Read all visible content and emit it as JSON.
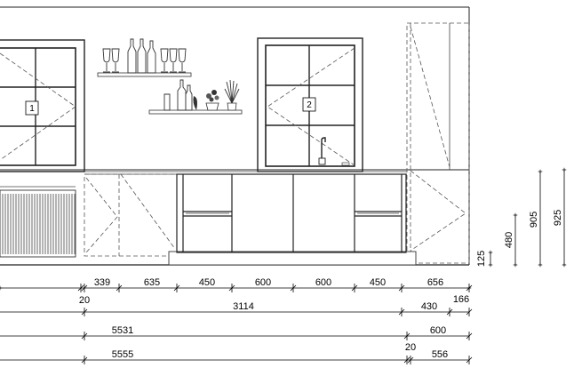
{
  "drawing": {
    "horizontal_dimensions": {
      "row1": [
        "339",
        "635",
        "450",
        "600",
        "600",
        "450",
        "656"
      ],
      "row1_below": [
        "20"
      ],
      "row2": [
        "3114",
        "430"
      ],
      "row2_above": [
        "166"
      ],
      "row3": [
        "5531",
        "600"
      ],
      "row4": [
        "5555",
        "556"
      ],
      "row4_above": [
        "20"
      ]
    },
    "vertical_dimensions": [
      "125",
      "480",
      "905",
      "925"
    ],
    "cabinet_tags": [
      "1",
      "2"
    ]
  }
}
